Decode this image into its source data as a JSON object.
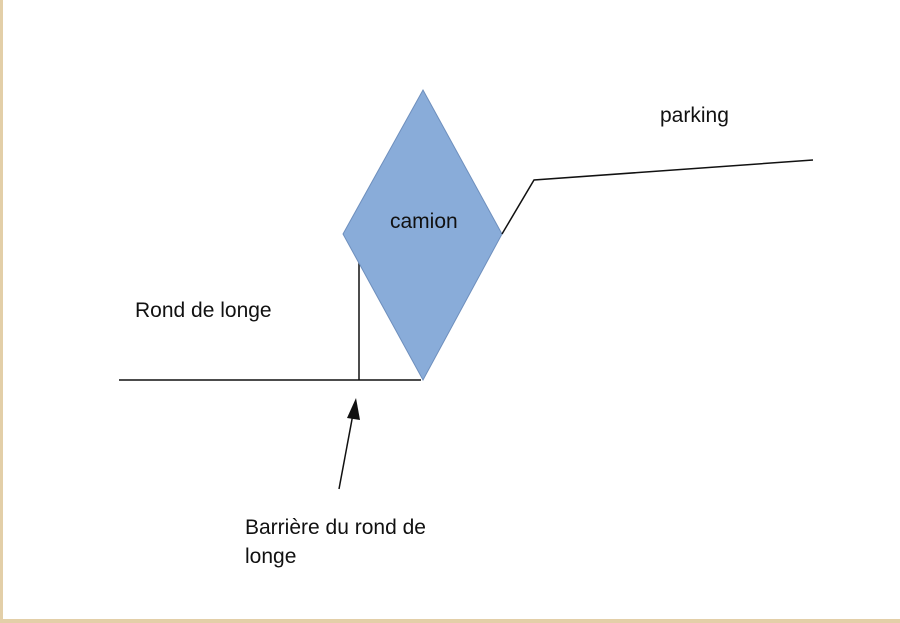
{
  "labels": {
    "rond": "Rond de longe",
    "camion": "camion",
    "parking": "parking",
    "barriere_line1": "Barrière du rond de",
    "barriere_line2": "longe"
  },
  "colors": {
    "truck_fill": "#89acd9",
    "truck_stroke": "#6e8fbd",
    "line": "#111111",
    "frame": "#e3cfa8"
  },
  "icons": {
    "arrow": "arrow-up-icon"
  }
}
